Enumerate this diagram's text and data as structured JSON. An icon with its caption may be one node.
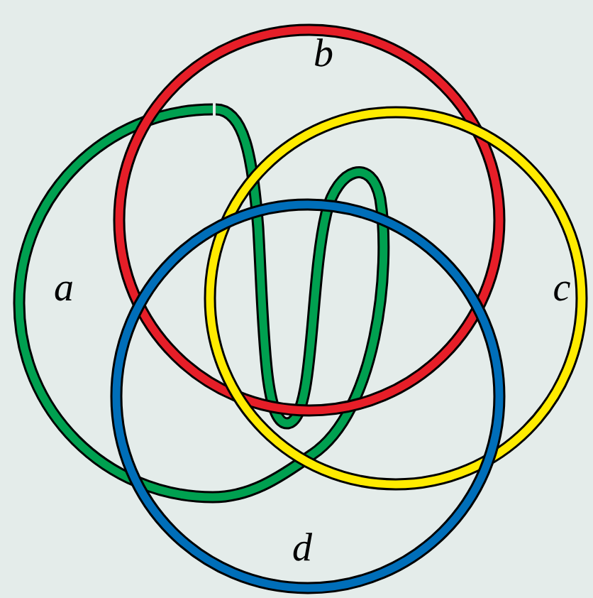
{
  "diagram": {
    "labels": [
      "b",
      "a",
      "c",
      "d"
    ]
  }
}
